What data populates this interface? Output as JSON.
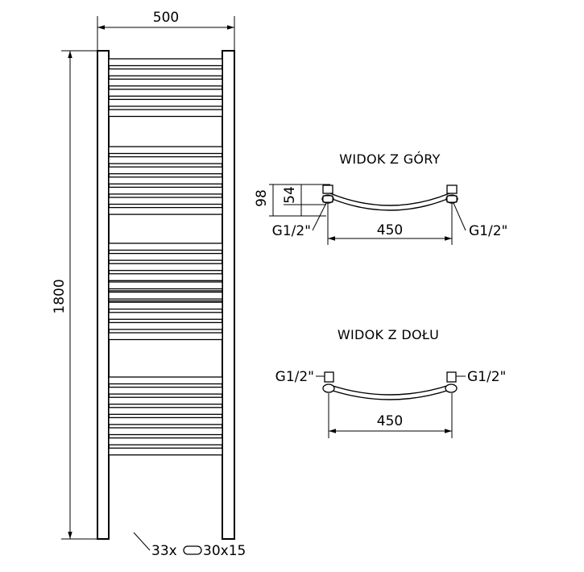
{
  "front_view": {
    "width_label": "500",
    "height_label": "1800",
    "tube_count": 33,
    "tube_spec_label": "33x",
    "tube_spec_dims": "30x15",
    "tube_shape_icon": "oval-tube-icon"
  },
  "top_view": {
    "title": "WIDOK Z GÓRY",
    "depth_total_label": "98",
    "depth_pipe_label": "54",
    "spacing_label": "450",
    "left_connection_label": "G1/2\"",
    "right_connection_label": "G1/2\""
  },
  "bottom_view": {
    "title": "WIDOK Z DOŁU",
    "spacing_label": "450",
    "left_connection_label": "G1/2\"",
    "right_connection_label": "G1/2\""
  }
}
